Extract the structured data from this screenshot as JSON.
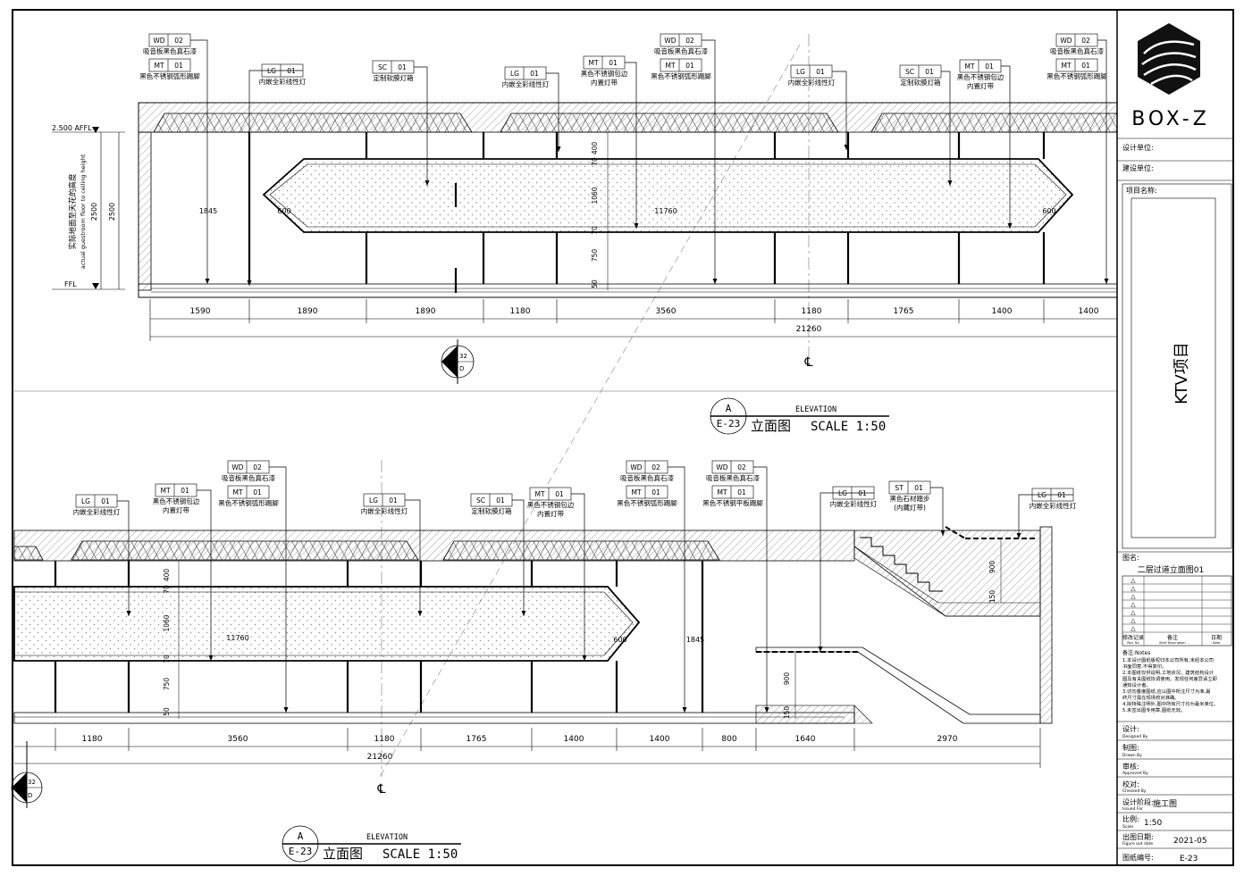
{
  "title_block": {
    "brand": "BOX-Z",
    "design_unit": "设计单位:",
    "build_unit": "建设单位:",
    "project_name_label": "项目名称:",
    "project_name": "KTV项目",
    "drawing_name_label": "图名:",
    "drawing_name": "二层过道立面图01",
    "rev_headers": [
      "修改记录",
      "备注",
      "日期"
    ],
    "rev_headers_en": [
      "Rev. No",
      "Brief Description",
      "Date"
    ],
    "notes_label": "备注:Notes",
    "notes": [
      "1.本设计图纸版权归本公司所有,未经本公司",
      "书面同意,不得复印。",
      "2.本图纸仅供说明,工地状况、建筑结构设计",
      "图及有关图纸协调使用。发现任何差异请立即",
      "通知设计者。",
      "3.切勿量度图纸,应以图中所注尺寸为准,最",
      "终尺寸需在现场校对准确。",
      "4.除特殊注明外,图中所有尺寸均为毫米单位。",
      "5.未签出图专用章,图纸无效。"
    ],
    "designed_cn": "设计:",
    "designed_en": "Designed By",
    "drawn_cn": "制图:",
    "drawn_en": "Drawn By",
    "approved_cn": "审核:",
    "approved_en": "Approved By",
    "checked_cn": "校对:",
    "checked_en": "Checked By",
    "stage_cn": "设计阶段:",
    "stage_en": "Issued For",
    "stage": "施工图",
    "scale_cn": "比例:",
    "scale_en": "Scale",
    "scale": "1:50",
    "date_cn": "出图日期:",
    "date_en": "Figure out date",
    "date": "2021-05",
    "sheet_no_cn": "图纸编号:",
    "sheet_no": "E-23"
  },
  "elevation": {
    "letter": "A",
    "sheet": "E-23",
    "en": "ELEVATION",
    "label": "立面图",
    "scale": "SCALE 1:50"
  },
  "section_mark": {
    "num": "32",
    "sheet": "D"
  },
  "centerline": "℄",
  "levels": {
    "top": "2.500 AFFL",
    "ffl": "FFL",
    "height": "2500",
    "height_cn": "实际地面至天花的高度",
    "height_en": "actual guestroom floor to ceiling height"
  },
  "top_tags": [
    {
      "codes": [
        [
          "WD",
          "02"
        ],
        [
          "MT",
          "01"
        ]
      ],
      "texts": [
        "吸音板黑色真石漆",
        "黑色不锈钢弧形踢脚"
      ]
    },
    {
      "codes": [
        [
          "LG",
          "01"
        ]
      ],
      "texts": [
        "内嵌全彩线性灯"
      ]
    },
    {
      "codes": [
        [
          "SC",
          "01"
        ]
      ],
      "texts": [
        "定制软膜灯箱"
      ]
    },
    {
      "codes": [
        [
          "LG",
          "01"
        ]
      ],
      "texts": [
        "内嵌全彩线性灯"
      ]
    },
    {
      "codes": [
        [
          "MT",
          "01"
        ]
      ],
      "texts": [
        "黑色不锈钢包边",
        "内置灯带"
      ]
    },
    {
      "codes": [
        [
          "WD",
          "02"
        ],
        [
          "MT",
          "01"
        ]
      ],
      "texts": [
        "吸音板黑色真石漆",
        "黑色不锈钢弧形踢脚"
      ]
    },
    {
      "codes": [
        [
          "LG",
          "01"
        ]
      ],
      "texts": [
        "内嵌全彩线性灯"
      ]
    },
    {
      "codes": [
        [
          "SC",
          "01"
        ]
      ],
      "texts": [
        "定制软膜灯箱"
      ]
    },
    {
      "codes": [
        [
          "MT",
          "01"
        ]
      ],
      "texts": [
        "黑色不锈钢包边",
        "内置灯带"
      ]
    },
    {
      "codes": [
        [
          "WD",
          "02"
        ],
        [
          "MT",
          "01"
        ]
      ],
      "texts": [
        "吸音板黑色真石漆",
        "黑色不锈钢弧形踢脚"
      ]
    }
  ],
  "bottom_tags": [
    {
      "codes": [
        [
          "LG",
          "01"
        ]
      ],
      "texts": [
        "内嵌全彩线性灯"
      ]
    },
    {
      "codes": [
        [
          "MT",
          "01"
        ]
      ],
      "texts": [
        "黑色不锈钢包边",
        "内置灯带"
      ]
    },
    {
      "codes": [
        [
          "WD",
          "02"
        ],
        [
          "MT",
          "01"
        ]
      ],
      "texts": [
        "吸音板黑色真石漆",
        "黑色不锈钢弧形踢脚"
      ]
    },
    {
      "codes": [
        [
          "LG",
          "01"
        ]
      ],
      "texts": [
        "内嵌全彩线性灯"
      ]
    },
    {
      "codes": [
        [
          "SC",
          "01"
        ]
      ],
      "texts": [
        "定制软膜灯箱"
      ]
    },
    {
      "codes": [
        [
          "MT",
          "01"
        ]
      ],
      "texts": [
        "黑色不锈钢包边",
        "内置灯带"
      ]
    },
    {
      "codes": [
        [
          "WD",
          "02"
        ],
        [
          "MT",
          "01"
        ]
      ],
      "texts": [
        "吸音板黑色真石漆",
        "黑色不锈钢弧形踢脚"
      ]
    },
    {
      "codes": [
        [
          "WD",
          "02"
        ],
        [
          "MT",
          "01"
        ]
      ],
      "texts": [
        "吸音板黑色真石漆",
        "黑色不锈钢平板踢脚"
      ]
    },
    {
      "codes": [
        [
          "LG",
          "01"
        ]
      ],
      "texts": [
        "内嵌全彩线性灯"
      ]
    },
    {
      "codes": [
        [
          "ST",
          "01"
        ]
      ],
      "texts": [
        "黑色石材踏步",
        "(内藏灯带)"
      ]
    },
    {
      "codes": [
        [
          "LG",
          "01"
        ]
      ],
      "texts": [
        "内嵌全彩线性灯"
      ]
    }
  ],
  "top_dims": [
    "1590",
    "1890",
    "1890",
    "1180",
    "3560",
    "1180",
    "1765",
    "1400",
    "1400"
  ],
  "bottom_dims": [
    "1180",
    "3560",
    "1180",
    "1765",
    "1400",
    "1400",
    "800",
    "1640",
    "2970"
  ],
  "total_dim": "21260",
  "inner_dims": {
    "lightbox": "11760",
    "end": "600",
    "height_1845": "1845",
    "v400": "400",
    "v70a": "70",
    "v1060": "1060",
    "v70b": "70",
    "v750": "750",
    "v50": "50",
    "v900": "900",
    "v150": "150"
  }
}
